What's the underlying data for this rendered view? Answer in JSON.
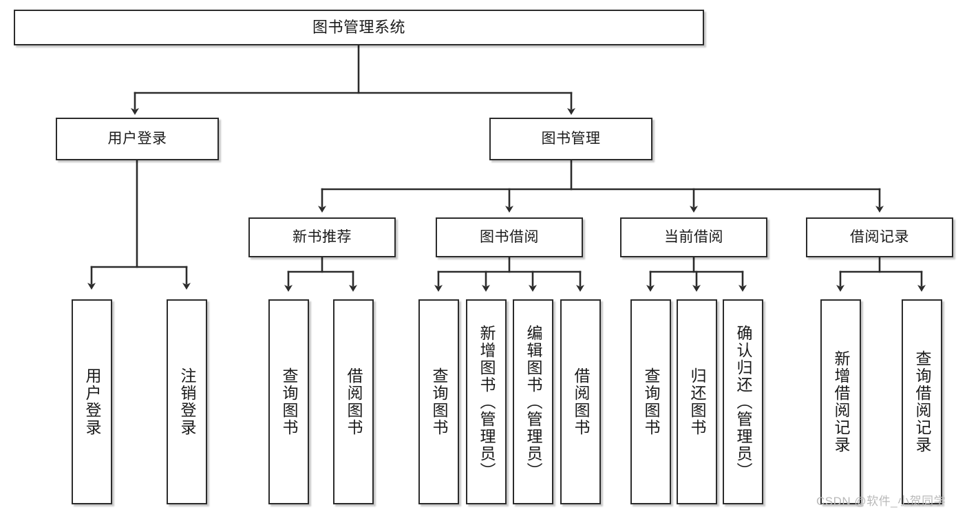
{
  "diagram": {
    "title": "图书管理系统",
    "type": "tree-hierarchy",
    "orientation": "top-down",
    "colors": {
      "box_border": "#2b2b2b",
      "box_fill": "#ffffff",
      "edge": "#2b2b2b",
      "text": "#1a1a1a",
      "watermark": "#b9b9b9",
      "background": "#ffffff"
    },
    "root": {
      "label": "图书管理系统"
    },
    "level2": [
      {
        "label": "用户登录"
      },
      {
        "label": "图书管理"
      }
    ],
    "level3": [
      {
        "label": "新书推荐"
      },
      {
        "label": "图书借阅"
      },
      {
        "label": "当前借阅"
      },
      {
        "label": "借阅记录"
      }
    ],
    "leaves": {
      "user_login": [
        {
          "label": "用户登录"
        },
        {
          "label": "注销登录"
        }
      ],
      "new_book_recommend": [
        {
          "label": "查询图书"
        },
        {
          "label": "借阅图书"
        }
      ],
      "book_borrow": [
        {
          "label": "查询图书"
        },
        {
          "label": "新增图书（管理员）"
        },
        {
          "label": "编辑图书（管理员）"
        },
        {
          "label": "借阅图书"
        }
      ],
      "current_borrow": [
        {
          "label": "查询图书"
        },
        {
          "label": "归还图书"
        },
        {
          "label": "确认归还（管理员）"
        }
      ],
      "borrow_records": [
        {
          "label": "新增借阅记录"
        },
        {
          "label": "查询借阅记录"
        }
      ]
    }
  },
  "watermark": {
    "text": "CSDN @软件_小贺同学"
  }
}
